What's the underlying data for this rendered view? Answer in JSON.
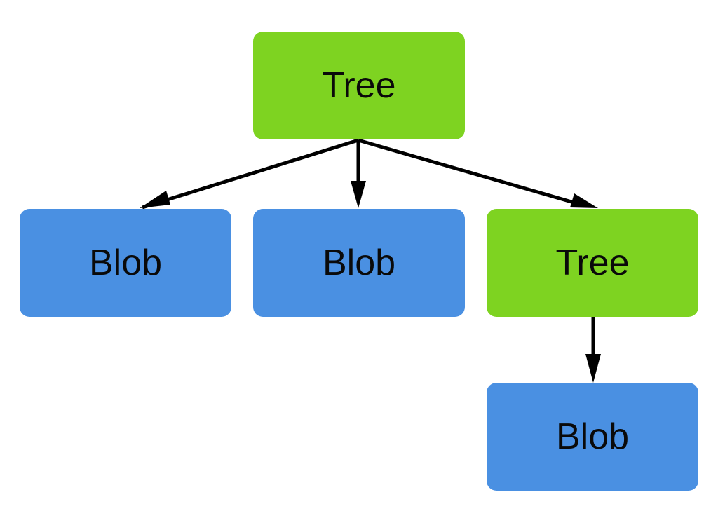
{
  "colors": {
    "tree": "#7ed321",
    "blob": "#4a90e2",
    "edge": "#000000"
  },
  "nodes": [
    {
      "id": "root",
      "kind": "tree",
      "label": "Tree"
    },
    {
      "id": "blob_1",
      "kind": "blob",
      "label": "Blob"
    },
    {
      "id": "blob_2",
      "kind": "blob",
      "label": "Blob"
    },
    {
      "id": "subtree",
      "kind": "tree",
      "label": "Tree"
    },
    {
      "id": "blob_3",
      "kind": "blob",
      "label": "Blob"
    }
  ],
  "edges": [
    {
      "from": "root",
      "to": "blob_1"
    },
    {
      "from": "root",
      "to": "blob_2"
    },
    {
      "from": "root",
      "to": "subtree"
    },
    {
      "from": "subtree",
      "to": "blob_3"
    }
  ]
}
